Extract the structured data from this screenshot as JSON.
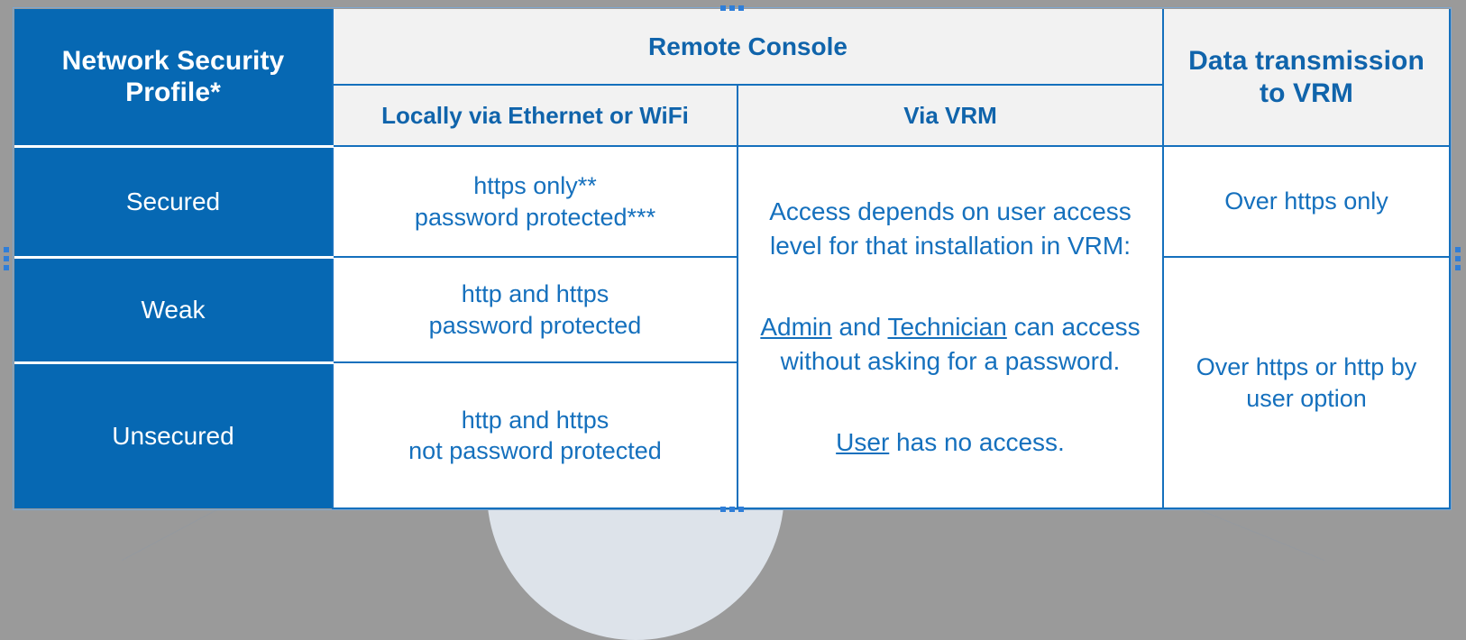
{
  "table": {
    "headers": {
      "profile_col": "Network Security Profile*",
      "remote_console": "Remote Console",
      "locally": "Locally via Ethernet or WiFi",
      "via_vrm": "Via VRM",
      "data_transmission": "Data transmission to VRM"
    },
    "rows": [
      {
        "profile": "Secured",
        "locally_line1": "https only**",
        "locally_line2": "password protected***",
        "transmission": "Over https only"
      },
      {
        "profile": "Weak",
        "locally_line1": "http and https",
        "locally_line2": "password protected",
        "transmission": "Over https or http by user option"
      },
      {
        "profile": "Unsecured",
        "locally_line1": "http and https",
        "locally_line2": "not password protected",
        "transmission": ""
      }
    ],
    "vrm_cell": {
      "paragraph1": "Access depends on user access level for that installation in VRM:",
      "paragraph2_pre": "",
      "role_admin": "Admin",
      "paragraph2_mid": " and ",
      "role_technician": "Technician",
      "paragraph2_post": " can access without asking for a password.",
      "role_user": "User",
      "paragraph3_post": " has no access."
    },
    "transmission_rows": [
      "Over https only",
      "Over https or http by user option"
    ]
  },
  "colors": {
    "brand_blue": "#0668b3",
    "text_blue": "#1570bd",
    "header_grey": "#f2f2f2",
    "slide_grey": "#9a9a9a",
    "selection_blue": "#2f7ed8"
  }
}
